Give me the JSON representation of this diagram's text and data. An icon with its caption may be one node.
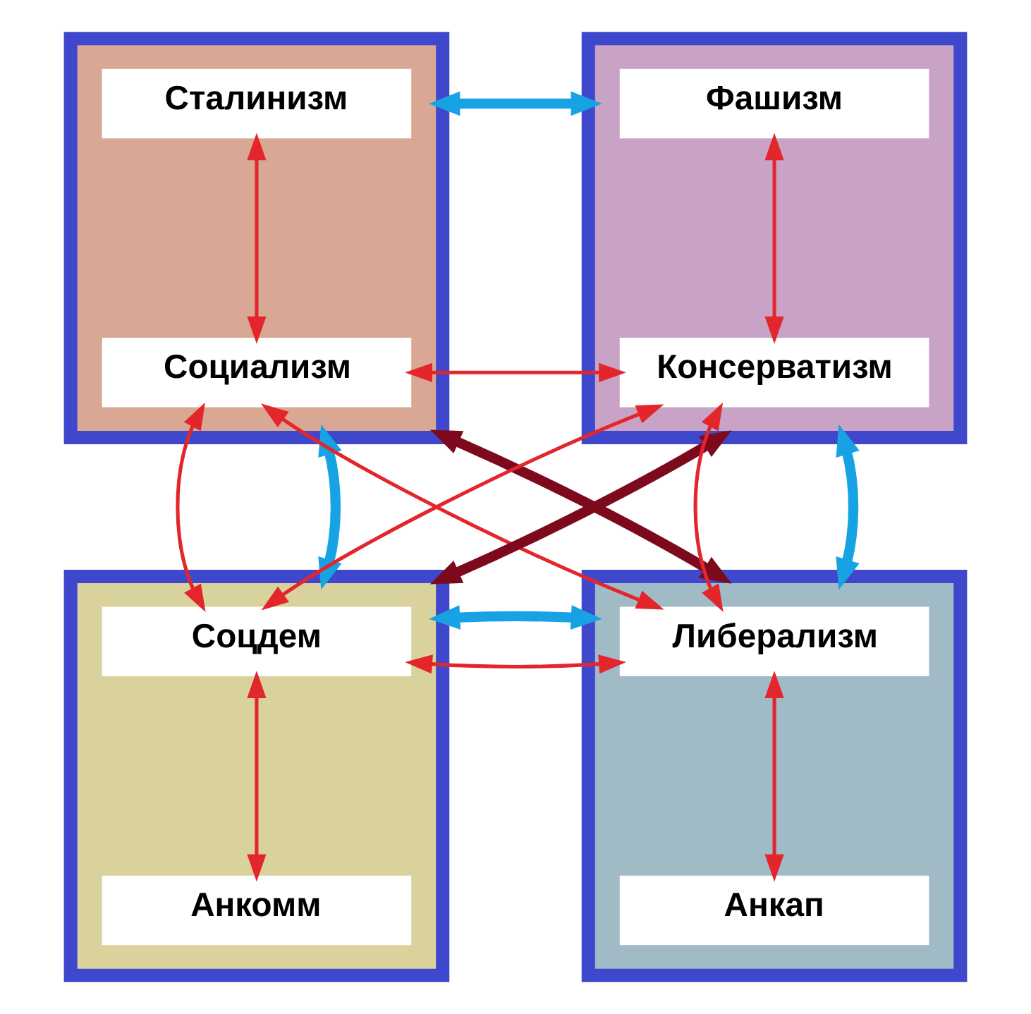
{
  "diagram": {
    "nodes": [
      {
        "text": [],
        "shape": "box"
      },
      {
        "text": [
          "Сталинизм"
        ],
        "in": 0
      },
      {
        "text": [
          "Социализм"
        ],
        "in": 0
      },
      {
        "text": [],
        "shape": "box"
      },
      {
        "text": [
          "Фашизм"
        ],
        "in": 3
      },
      {
        "text": [
          "Консерватизм"
        ],
        "in": 3
      },
      {
        "text": [],
        "shape": "box"
      },
      {
        "text": [
          "Соцдем"
        ],
        "in": 6
      },
      {
        "text": [
          "Анкомм"
        ],
        "in": 6
      },
      {
        "text": [],
        "shape": "box"
      },
      {
        "text": [
          "Либерализм"
        ],
        "in": 9
      },
      {
        "text": [
          "Анкап"
        ],
        "in": 9
      }
    ],
    "edges": [
      {
        "from": 1,
        "to": 2,
        "arrow": "both"
      },
      {
        "from": 4,
        "to": 5,
        "arrow": "both"
      },
      {
        "from": 2,
        "to": 5,
        "arrow": "both"
      },
      {
        "from": 2,
        "to": 7,
        "arrow": "both"
      },
      {
        "from": 2,
        "to": 10,
        "arrow": "both"
      },
      {
        "from": 5,
        "to": 7,
        "arrow": "both"
      },
      {
        "from": 5,
        "to": 10,
        "arrow": "both"
      },
      {
        "from": 7,
        "to": 10,
        "arrow": "both"
      },
      {
        "from": 7,
        "to": 8,
        "arrow": "both"
      },
      {
        "from": 10,
        "to": 11,
        "arrow": "both"
      },
      {
        "from": 0,
        "to": 3,
        "arrow": "both",
        "style": "thick",
        "color": "#17a3e3"
      },
      {
        "from": 0,
        "to": 6,
        "arrow": "both",
        "style": "thick",
        "color": "#17a3e3"
      },
      {
        "from": 3,
        "to": 9,
        "arrow": "both",
        "style": "thick",
        "color": "#17a3e3"
      },
      {
        "from": 6,
        "to": 9,
        "arrow": "both",
        "style": "thick",
        "color": "#17a3e3"
      },
      {
        "from": 0,
        "to": 9,
        "arrow": "both",
        "style": "thick",
        "color": "#7d0a1c"
      },
      {
        "from": 3,
        "to": 6,
        "arrow": "both",
        "style": "thick",
        "color": "#7d0a1c"
      }
    ]
  }
}
